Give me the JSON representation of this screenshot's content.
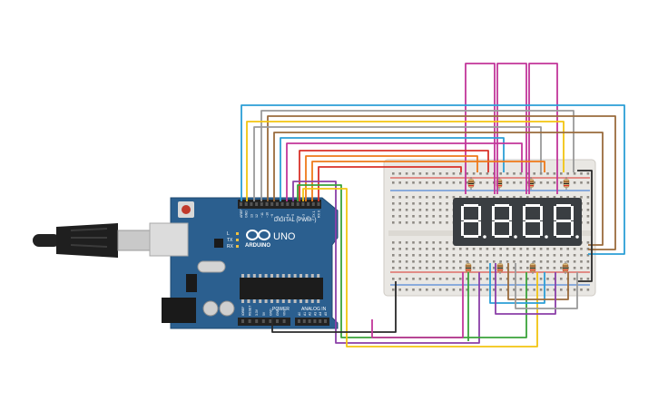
{
  "board": {
    "brand": "ARDUINO",
    "model": "UNO",
    "digital_header": "DIGITAL (PWM~)",
    "power_header": "POWER",
    "analog_header": "ANALOG IN",
    "tx_label": "TX",
    "rx_label": "RX",
    "l_label": "L",
    "digital_pins": [
      "AREF",
      "GND",
      "13",
      "12",
      "~11",
      "~10",
      "~9",
      "8",
      "7",
      "~6",
      "~5",
      "4",
      "~3",
      "2",
      "TX 1",
      "RX 0"
    ],
    "power_pins": [
      "IOREF",
      "RESET",
      "3.3V",
      "5V",
      "GND",
      "GND",
      "VIN"
    ],
    "analog_pins": [
      "A0",
      "A1",
      "A2",
      "A3",
      "A4",
      "A5"
    ]
  },
  "display": {
    "digit_count": 4
  },
  "colors": {
    "board": "#2b5f8f",
    "breadboard": "#e9e7e3",
    "display": "#3a3e42",
    "segment_on": "#ffffff",
    "wire_blue": "#2b9fd6",
    "wire_brown": "#9a6b3c",
    "wire_magenta": "#c2369a",
    "wire_gray": "#9a9a9a",
    "wire_yellow": "#f2c511",
    "wire_red": "#d9322a",
    "wire_orange": "#ee7a1a",
    "wire_green": "#3aa33a",
    "wire_purple": "#8b3fa8",
    "wire_black": "#2a2a2a"
  }
}
